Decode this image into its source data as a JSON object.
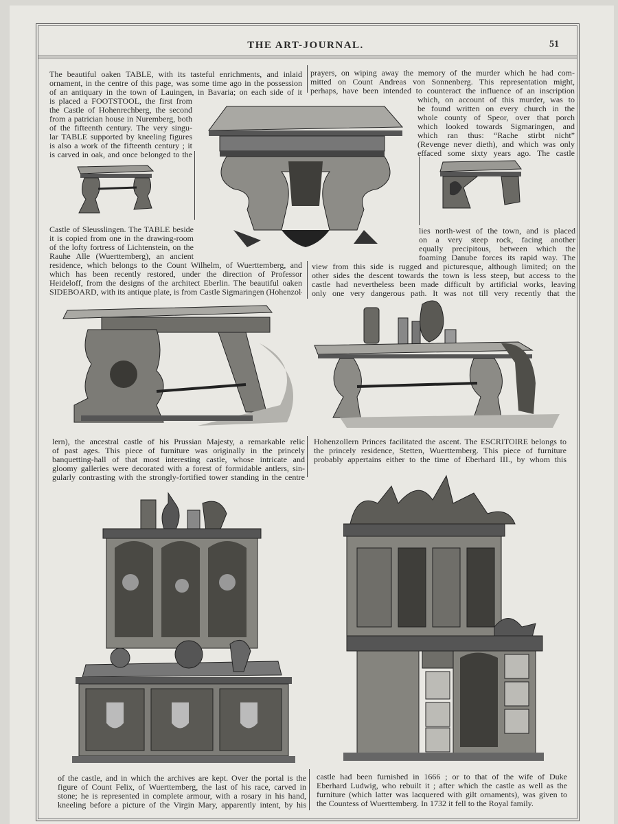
{
  "header": {
    "title": "THE ART-JOURNAL.",
    "page_number": "51"
  },
  "blocks": {
    "a": [
      "The beautiful oaken TABLE, with its tasteful enrichments, and inlaid",
      "ornament, in the centre of this page, was some time ago in the possession",
      "of an antiquary in the town of Lauingen, in Bavaria; on each side of it"
    ],
    "b": [
      "is placed a FOOTSTOOL, the first from",
      "the Castle of Hohenrechberg, the second",
      "from a patrician house in Nuremberg, both",
      "of the fifteenth century. The very singu-",
      "lar TABLE supported by kneeling figures",
      "is also a work of the fifteenth century ; it",
      "is carved in oak, and once belonged to the"
    ],
    "c": [
      "prayers, on wiping away the memory of the murder which he had com-",
      "mitted on Count Andreas von Sonnenberg. This representation might,",
      "perhaps, have been intended to counteract the influence of an inscription"
    ],
    "d": [
      "which, on account of this murder, was to",
      "be found written on every church in the",
      "whole county of Speor, over that porch",
      "which looked towards Sigmaringen, and",
      "which ran thus: “Rache stirbt nicht”",
      "(Revenge never dieth), and which was only",
      "effaced some sixty years ago. The castle"
    ],
    "e": [
      "Castle of Sleusslingen. The TABLE beside",
      "it is copied from one in the drawing-room",
      "of the lofty fortress of Lichtenstein, on the",
      "Rauhe Alle (Wuerttemberg), an ancient"
    ],
    "f": [
      "residence, which belongs to the Count Wilhelm, of Wuerttemberg, and",
      "which has been recently restored, under the direction of Professor",
      "Heideloff, from the designs of the architect Eberlin. The beautiful oaken",
      "SIDEBOARD, with its antique plate, is from Castle Sigmaringen (Hohenzol-"
    ],
    "g": [
      "lies north-west of the town, and is placed",
      "on a very steep rock, facing another",
      "equally precipitous, between which the",
      "foaming Danube forces its rapid way. The"
    ],
    "h": [
      "view from this side is rugged and picturesque, although limited; on the",
      "other sides the descent towards the town is less steep, but access to the",
      "castle had nevertheless been made difficult by artificial works, leaving",
      "only one very dangerous path. It was not till very recently that the"
    ],
    "i": [
      "lern), the ancestral castle of his Prussian Majesty, a remarkable relic",
      "of past ages. This piece of furniture was originally in the princely",
      "banquetting-hall of that most interesting castle, whose intricate and",
      "gloomy galleries were decorated with a forest of formidable antlers, sin-",
      "gularly contrasting with the strongly-fortified tower standing in the centre"
    ],
    "j": [
      "Hohenzollern Princes facilitated the ascent. The ESCRITOIRE belongs to",
      "the princely residence, Stetten, Wuerttemberg. This piece of furniture",
      "probably appertains either to the time of Eberhard III., by whom this"
    ],
    "k": [
      "of the castle, and in which the archives are kept. Over the portal is the",
      "figure of Count Felix, of Wuerttemberg, the last of his race, carved in",
      "stone; he is represented in complete armour, with a rosary in his hand,",
      "kneeling before a picture of the Virgin Mary, apparently intent, by his"
    ],
    "l": [
      "castle had been furnished in 1666 ; or to that of the wife of Duke",
      "Eberhard Ludwig, who rebuilt it ; after which the castle as well as the",
      "furniture (which latter was lacquered with gilt ornaments), was given to",
      "the Countess of Wuerttemberg. In 1732 it fell to the Royal family."
    ]
  },
  "last_line_full": {
    "a": true,
    "b": true,
    "c": true,
    "d": true,
    "e": true,
    "f": true,
    "g": true,
    "h": true,
    "i": true,
    "j": true,
    "k": true,
    "l": false
  },
  "colors": {
    "paper": "#e9e8e3",
    "ink": "#2a2a2a"
  }
}
